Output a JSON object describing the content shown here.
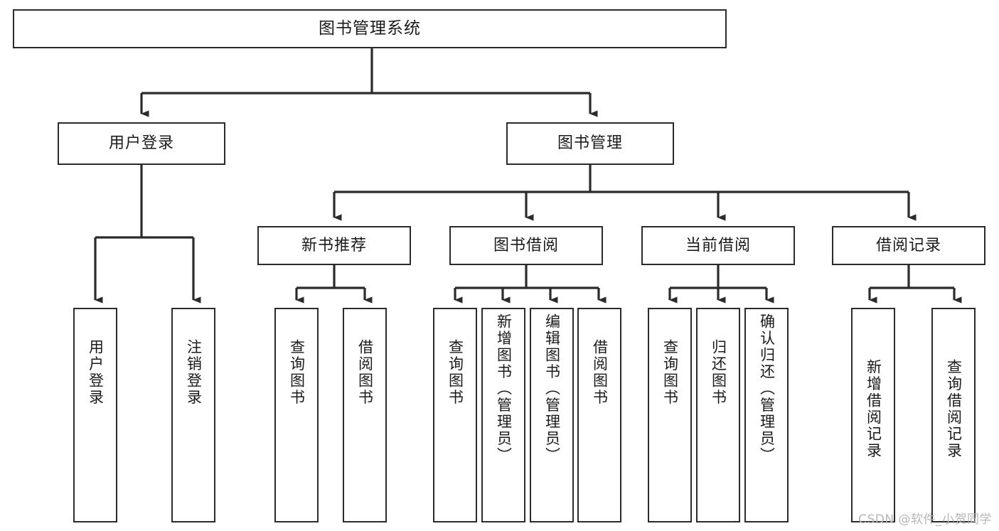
{
  "diagram": {
    "title": "图书管理系统",
    "watermark": "CSDN @软件_小贺同学",
    "line_color": "#2b2b2b",
    "box_fill": "#ffffff",
    "text_color": "#1a1a1a",
    "watermark_color": "#b6b6b6"
  },
  "nodes": {
    "root": {
      "label": "图书管理系统"
    },
    "level2": [
      {
        "label": "用户登录"
      },
      {
        "label": "图书管理"
      }
    ],
    "level3": [
      {
        "label": "新书推荐"
      },
      {
        "label": "图书借阅"
      },
      {
        "label": "当前借阅"
      },
      {
        "label": "借阅记录"
      }
    ],
    "leaves": {
      "user_login": [
        {
          "label": "用户登录"
        },
        {
          "label": "注销登录"
        }
      ],
      "new_book_recommend": [
        {
          "label": "查询图书"
        },
        {
          "label": "借阅图书"
        }
      ],
      "book_borrow": [
        {
          "label": "查询图书"
        },
        {
          "label": "新增图书（管理员）"
        },
        {
          "label": "编辑图书（管理员）"
        },
        {
          "label": "借阅图书"
        }
      ],
      "current_borrow": [
        {
          "label": "查询图书"
        },
        {
          "label": "归还图书"
        },
        {
          "label": "确认归还（管理员）"
        }
      ],
      "borrow_record": [
        {
          "label": "新增借阅记录"
        },
        {
          "label": "查询借阅记录"
        }
      ]
    }
  }
}
